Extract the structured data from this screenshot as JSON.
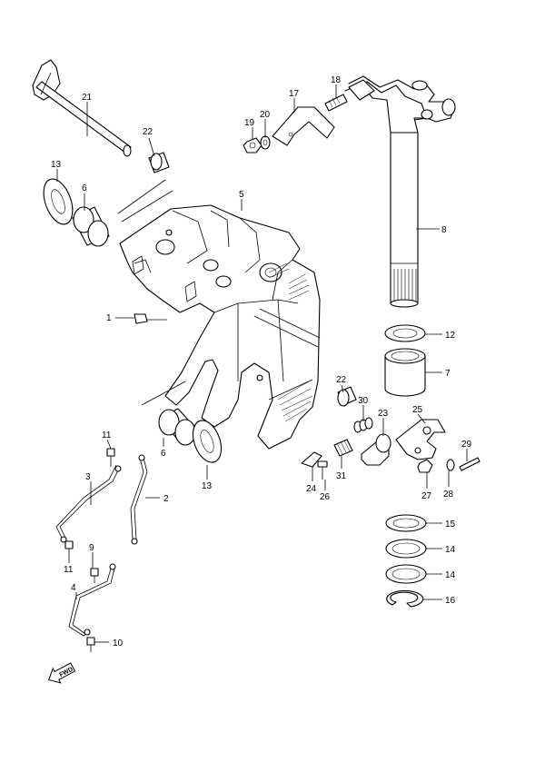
{
  "callouts": [
    {
      "id": "c21a",
      "label": "21"
    },
    {
      "id": "c22a",
      "label": "22"
    },
    {
      "id": "c13a",
      "label": "13"
    },
    {
      "id": "c6a",
      "label": "6"
    },
    {
      "id": "c5",
      "label": "5"
    },
    {
      "id": "c1",
      "label": "1"
    },
    {
      "id": "c19",
      "label": "19"
    },
    {
      "id": "c20",
      "label": "20"
    },
    {
      "id": "c17",
      "label": "17"
    },
    {
      "id": "c18",
      "label": "18"
    },
    {
      "id": "c8",
      "label": "8"
    },
    {
      "id": "c12",
      "label": "12"
    },
    {
      "id": "c7",
      "label": "7"
    },
    {
      "id": "c22b",
      "label": "22"
    },
    {
      "id": "c30",
      "label": "30"
    },
    {
      "id": "c23",
      "label": "23"
    },
    {
      "id": "c25",
      "label": "25"
    },
    {
      "id": "c29",
      "label": "29"
    },
    {
      "id": "c24",
      "label": "24"
    },
    {
      "id": "c26",
      "label": "26"
    },
    {
      "id": "c31",
      "label": "31"
    },
    {
      "id": "c27",
      "label": "27"
    },
    {
      "id": "c28",
      "label": "28"
    },
    {
      "id": "c6b",
      "label": "6"
    },
    {
      "id": "c13b",
      "label": "13"
    },
    {
      "id": "c11a",
      "label": "11"
    },
    {
      "id": "c3",
      "label": "3"
    },
    {
      "id": "c2",
      "label": "2"
    },
    {
      "id": "c11b",
      "label": "11"
    },
    {
      "id": "c9",
      "label": "9"
    },
    {
      "id": "c4",
      "label": "4"
    },
    {
      "id": "c10",
      "label": "10"
    },
    {
      "id": "c15",
      "label": "15"
    },
    {
      "id": "c14a",
      "label": "14"
    },
    {
      "id": "c14b",
      "label": "14"
    },
    {
      "id": "c16",
      "label": "16"
    }
  ],
  "fwd_arrow_text": "FWD",
  "icons": [
    "forward-arrow-icon"
  ]
}
